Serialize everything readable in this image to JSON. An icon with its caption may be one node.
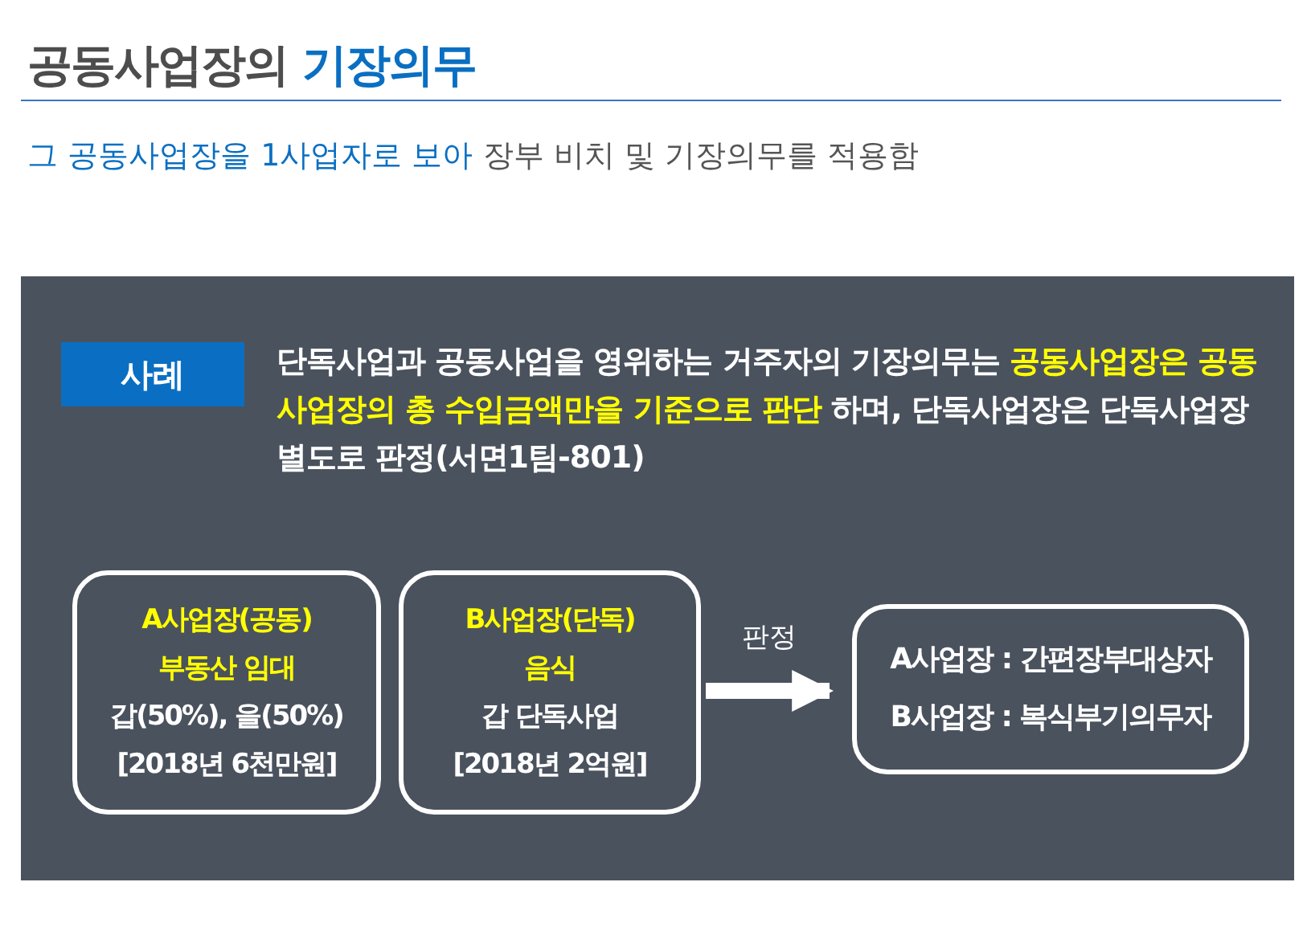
{
  "diagram": {
    "title": "공동사업장의 **기장의무**",
    "nodes": [
      {
        "text": [
          "단독사업과 공동사업을 영위하는 거주자의 기장의무는 **공동사업장은 공동사업장의 총 수입금액만을 기준으로 판단** 하며, 단독사업장은 단독사업장 별도로 판정(서면1팀-801)"
        ]
      },
      {
        "text": [
          "사례"
        ],
        "in": 0
      },
      {
        "text": [
          "A사업장(공동)",
          "부동산 임대",
          "갑(50%), 을(50%)",
          "[2018년 6천만원]"
        ],
        "in": 0
      },
      {
        "text": [
          "B사업장(단독)",
          "음식",
          "갑 단독사업",
          "[2018년 2억원]"
        ],
        "in": 0
      },
      {
        "text": [
          "A사업장 : 간편장부대상자",
          "B사업장 : 복식부기의무자"
        ],
        "in": 0
      }
    ],
    "edges": [
      {
        "from": 3,
        "to": 4,
        "arrow": "to",
        "label": "판정"
      }
    ],
    "labels": [
      "*그 공동사업장을 1사업자로 보아* 장부 비치 및 기장의무를 적용함"
    ]
  }
}
